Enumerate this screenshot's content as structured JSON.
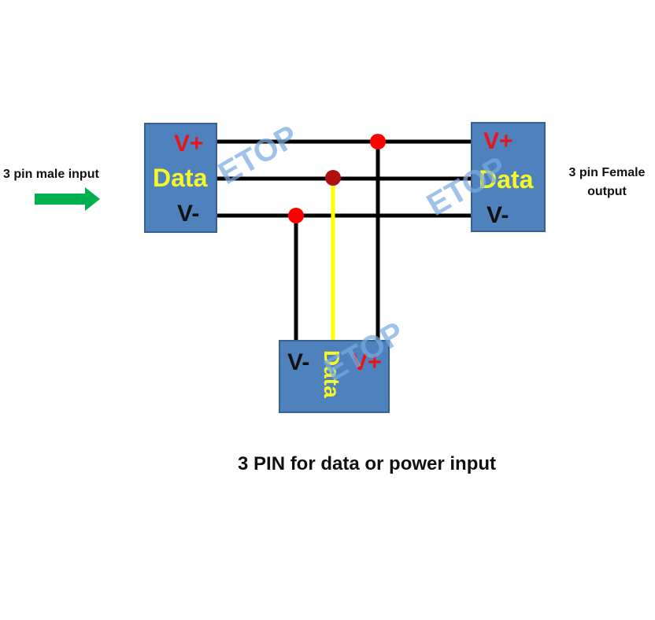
{
  "connector_left": {
    "vplus": "V+",
    "data": "Data",
    "vminus": "V-"
  },
  "connector_right": {
    "vplus": "V+",
    "data": "Data",
    "vminus": "V-"
  },
  "connector_bottom": {
    "vminus": "V-",
    "data": "Data",
    "vplus": "V+"
  },
  "input_label": "3 pin male input",
  "output_label_line1": "3 pin Female",
  "output_label_line2": "output",
  "caption": "3 PIN for data or power input",
  "watermark": "ETOP",
  "colors": {
    "box": "#4f81bd",
    "vplus_text": "#e8141b",
    "data_text": "#f6f72a",
    "data_wire": "#ffff00",
    "junction_vplus": "#ff0000",
    "junction_data": "#b01010",
    "arrow": "#00b050"
  }
}
